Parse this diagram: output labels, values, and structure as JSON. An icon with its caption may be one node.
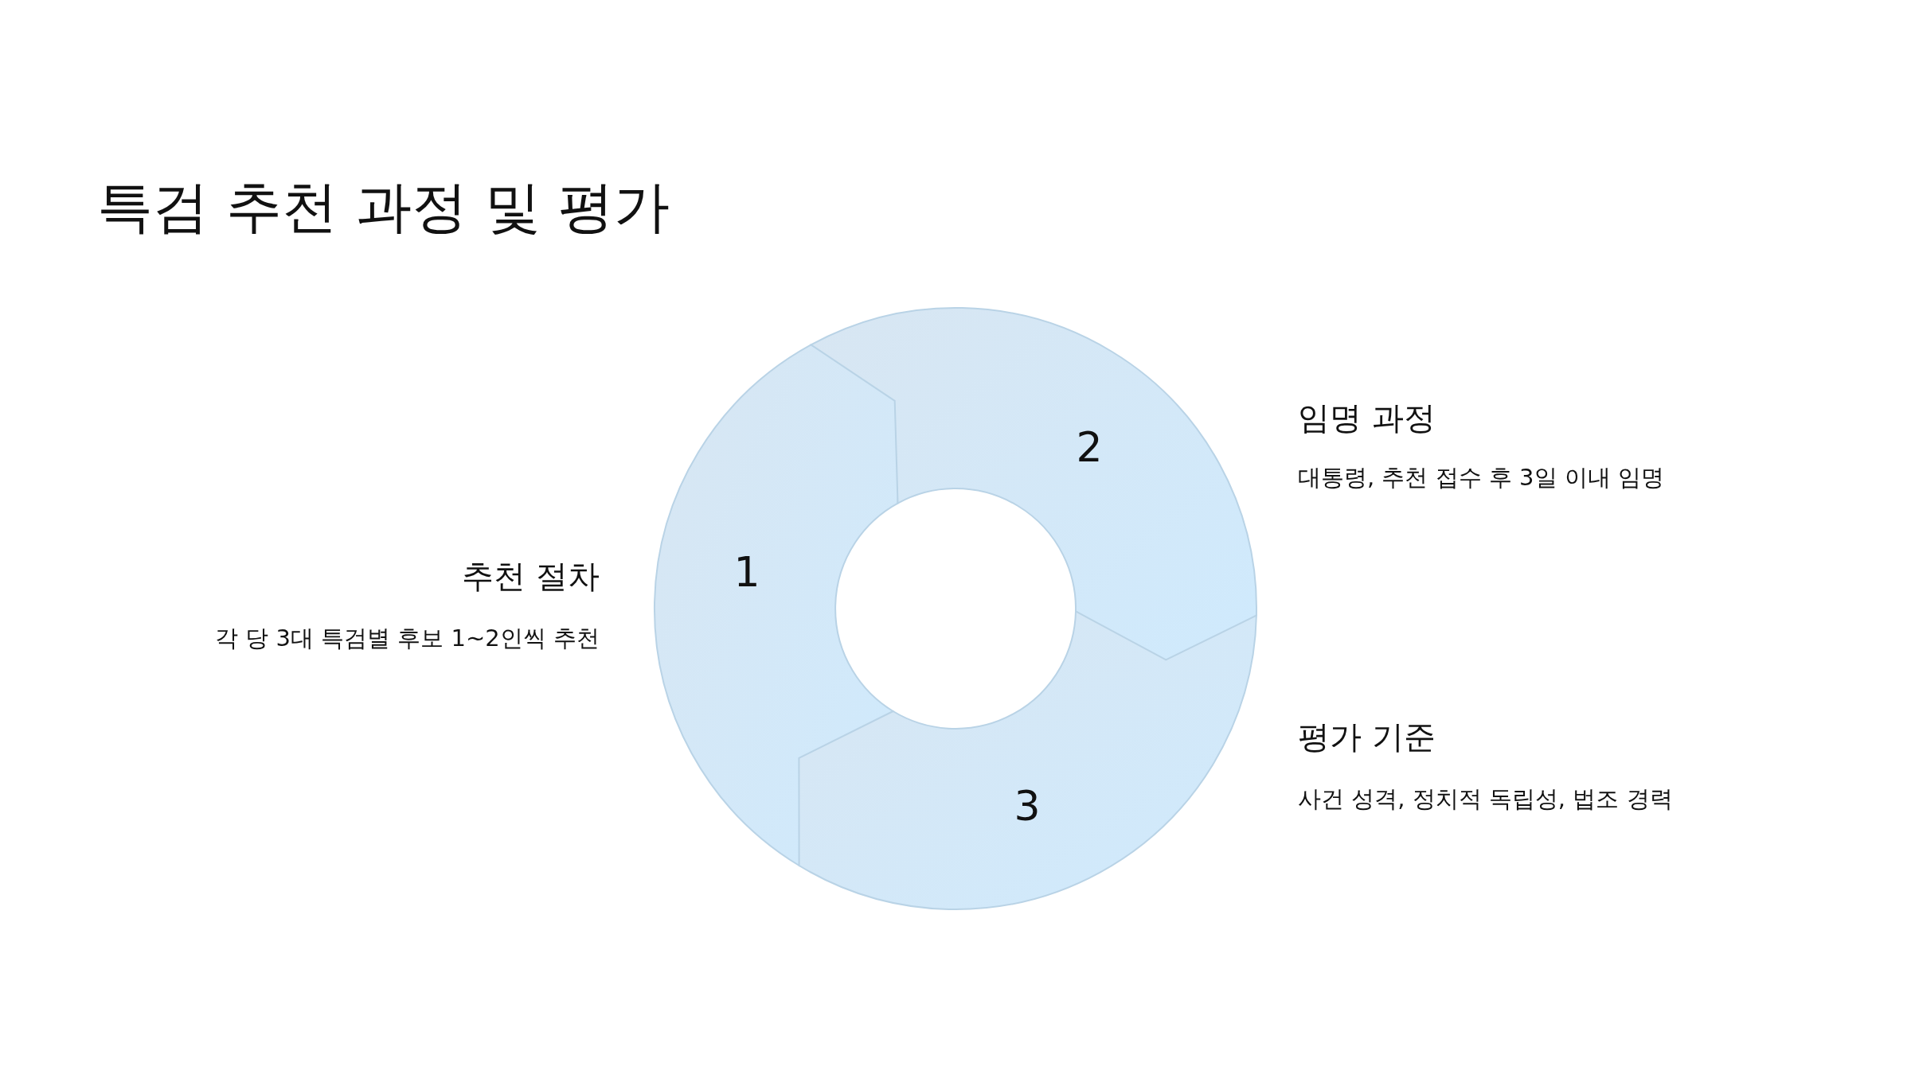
{
  "diagram": {
    "title": "특검 추천 과정 및 평가",
    "nodes": [
      {
        "text": [
          "1"
        ],
        "beside": [
          "추천 절차",
          "각 당 3대 특검별 후보 1~2인씩 추천"
        ]
      },
      {
        "text": [
          "2"
        ],
        "beside": [
          "임명 과정",
          "대통령, 추천 접수 후 3일 이내 임명"
        ]
      },
      {
        "text": [
          "3"
        ],
        "beside": [
          "평가 기준",
          "사건 성격, 정치적 독립성, 법조 경력"
        ]
      }
    ]
  }
}
